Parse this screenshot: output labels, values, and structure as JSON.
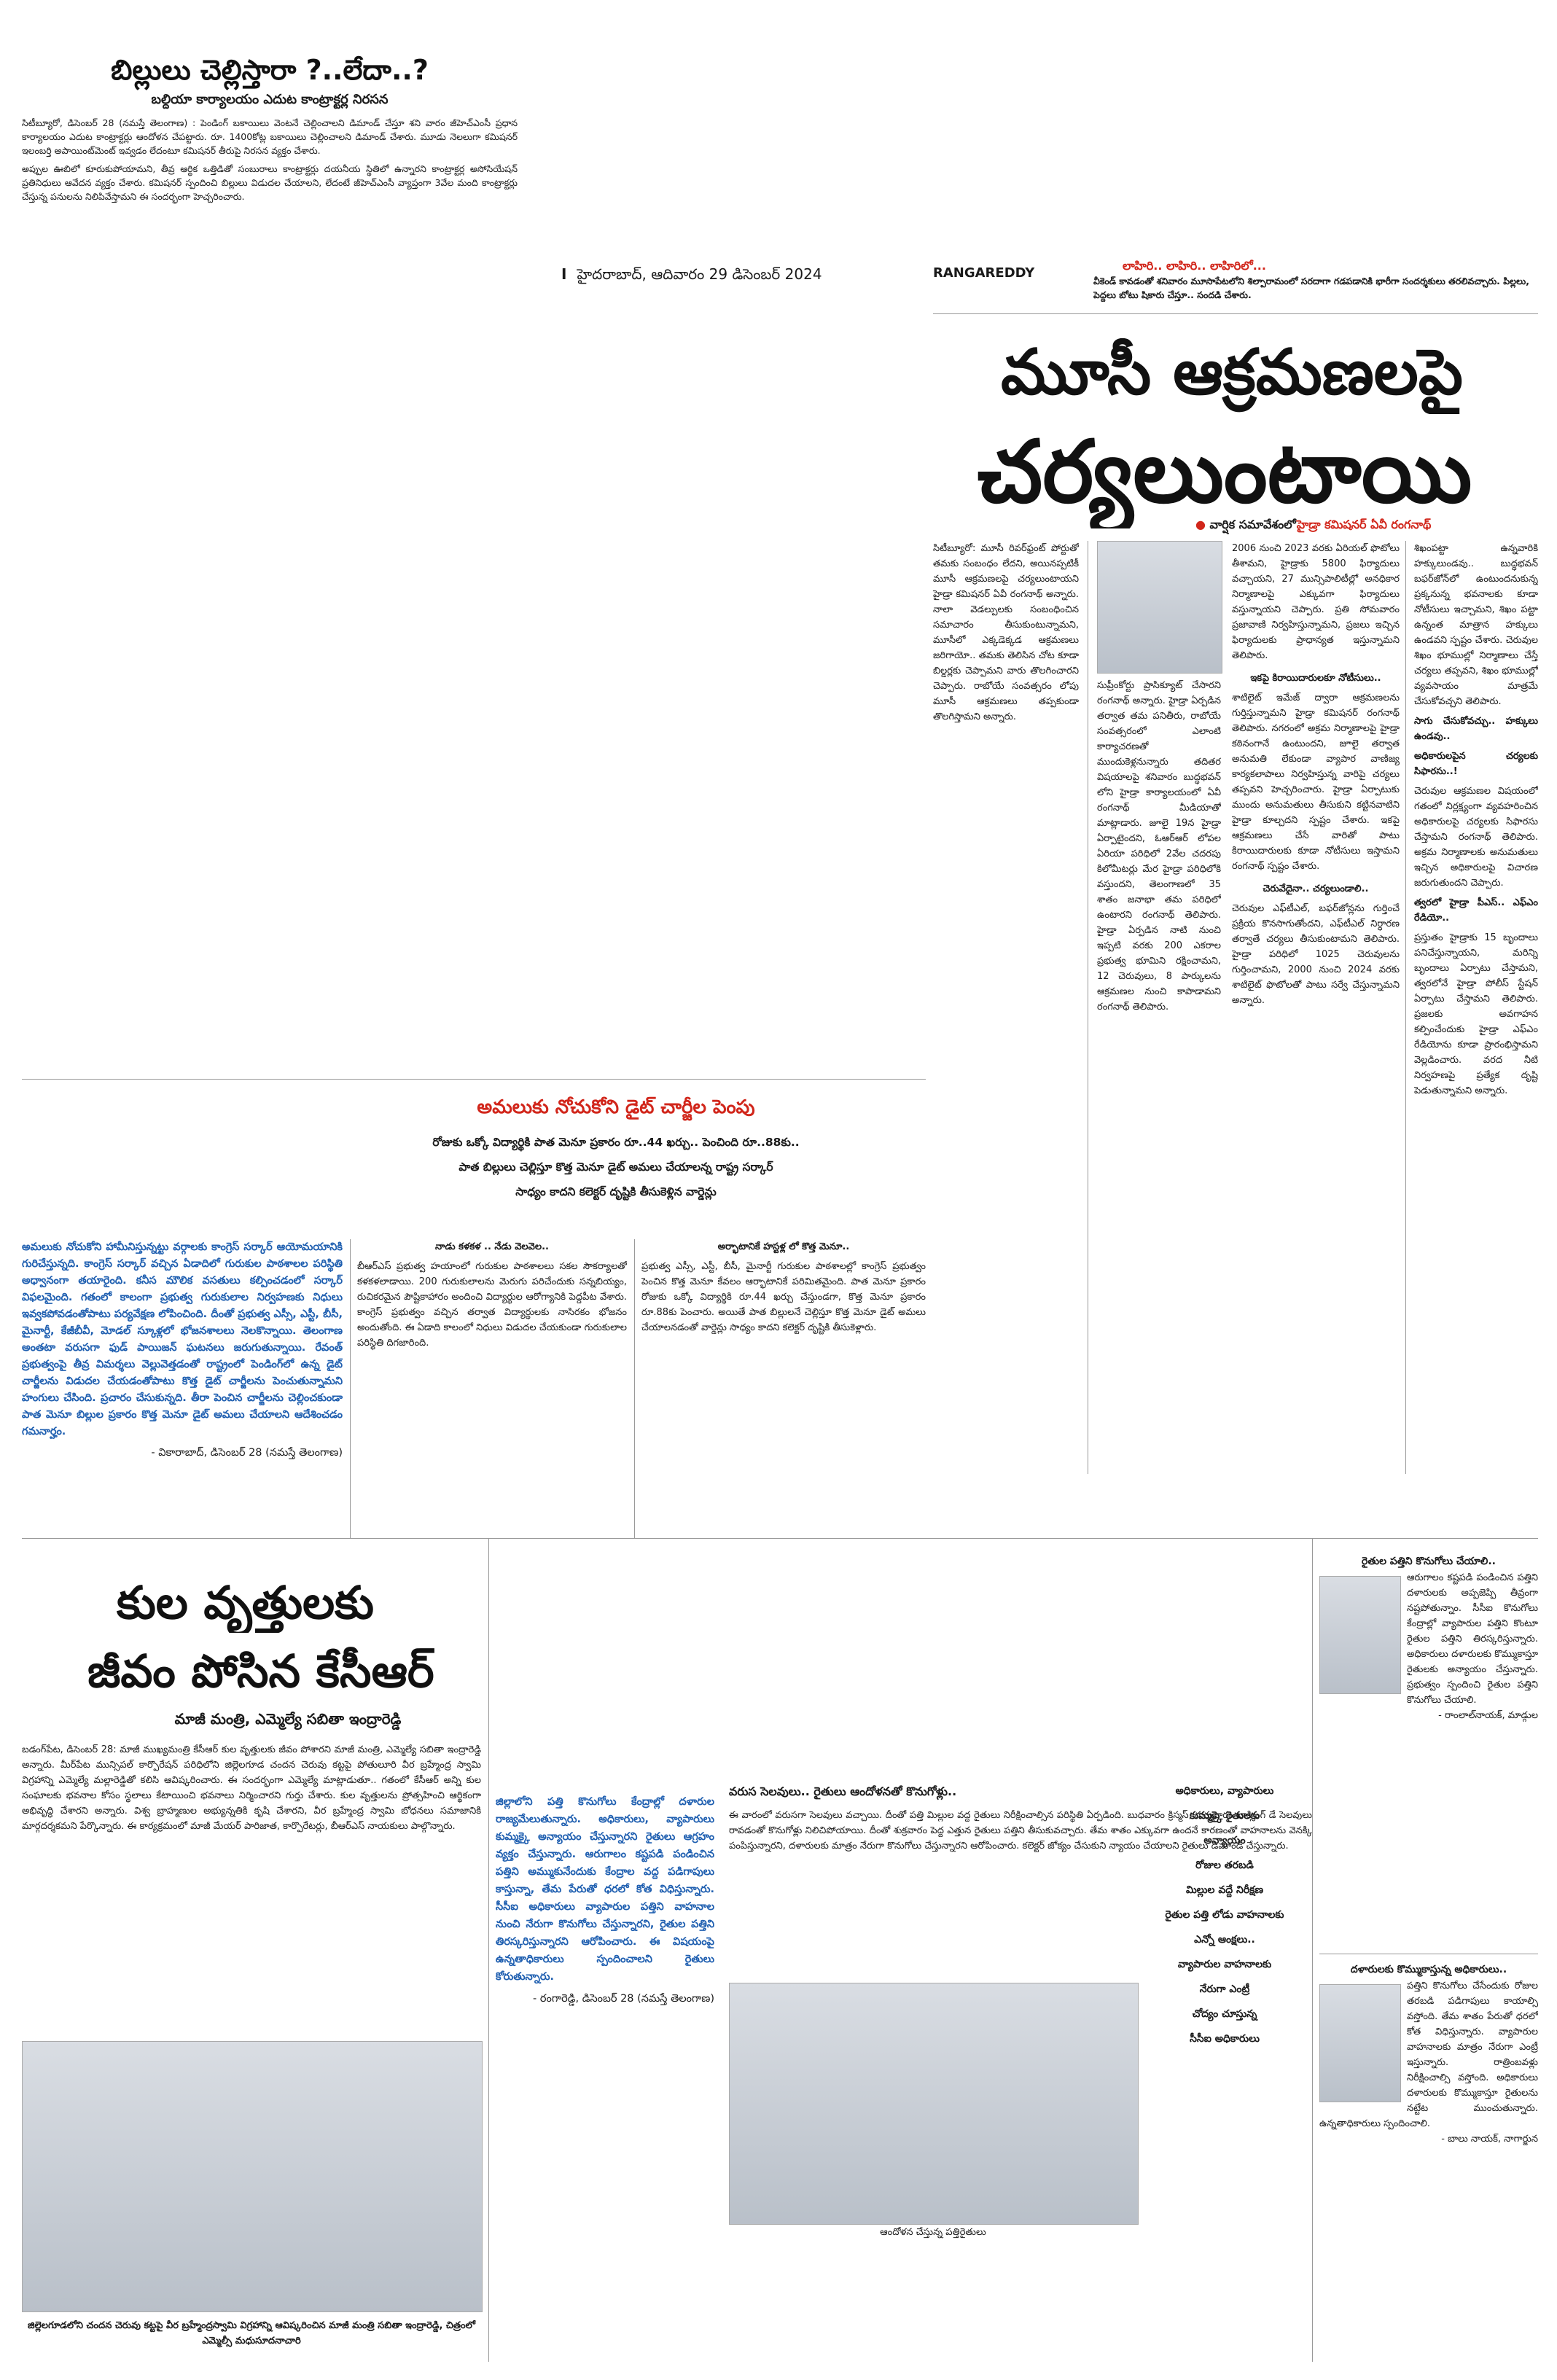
{
  "masthead": {
    "issue_line": "హైదరాబాద్, ఆదివారం 29 డిసెంబర్ 2024",
    "district": "RANGAREDDY"
  },
  "bills_story": {
    "headline": "బిల్లులు చెల్లిస్తారా ?..లేదా..?",
    "subhead": "బల్దియా కార్యాలయం ఎదుట కాంట్రాక్టర్ల నిరసన",
    "body": [
      "సిటీబ్యూరో, డిసెంబర్ 28 (నమస్తే తెలంగాణ) : పెండింగ్ బకాయిలు వెంటనే చెల్లించాలని డిమాండ్ చేస్తూ శని వారం జీహెచ్ఎంసీ ప్రధాన కార్యాలయం ఎదుట కాంట్రాక్టర్లు ఆందోళన చేపట్టారు. రూ. 1400కోట్ల బకాయిలు చెల్లించాలని డిమాండ్ చేశారు. మూడు నెలలుగా కమిషనర్ ఇలంబర్తి అపాయింట్‌మెంట్ ఇవ్వడం లేదంటూ కమిషనర్ తీరుపై నిరసన వ్యక్తం చేశారు.",
      "అప్పుల ఊబిలో కూరుకుపోయామని, తీవ్ర ఆర్థిక ఒత్తిడితో సంబురాలు కాంట్రాక్టర్లు దయనీయ స్థితిలో ఉన్నారని కాంట్రాక్టర్ల అసోసియేషన్ ప్రతినిధులు ఆవేదన వ్యక్తం చేశారు. కమిషనర్ స్పందించి బిల్లులు విడుదల చేయాలని, లేదంటే జీహెచ్ఎంసీ వ్యాప్తంగా 3వేల మంది కాంట్రాక్టర్లు చేస్తున్న పనులను నిలిపివేస్తామని ఈ సందర్భంగా హెచ్చరించారు."
    ]
  },
  "promo": {
    "title": "లాహిరి.. లాహిరి.. లాహిరిలో...",
    "caption": "వీకెండ్ కావడంతో శనివారం మూసాపేటలోని శిల్పారామంలో సరదాగా గడపడానికి భారీగా సందర్శకులు తరలివచ్చారు. పిల్లలు, పెద్దలు బోటు షికారు చేస్తూ.. సందడి చేశారు."
  },
  "musi_story": {
    "headline_1": "మూసీ ఆక్రమణలపై",
    "headline_2": "చర్యలుంటాయి",
    "kicker_pre": "వార్షిక సమావేశంలో",
    "kicker_post": "హైడ్రా కమిషనర్ ఏవీ రంగనాథ్",
    "col1": "సిటీబ్యూరో: మూసీ రివర్‌ఫ్రంట్ పోర్టుతో తమకు సంబంధం లేదని, అయినప్పటికీ మూసీ ఆక్రమణలపై చర్యలుంటాయని హైడ్రా కమిషనర్ ఏవీ రంగనాథ్ అన్నారు. నాలా వెడల్పులకు సంబంధించిన సమాచారం తీసుకుంటున్నామని, మూసీలో ఎక్కడెక్కడ ఆక్రమణలు జరిగాయో.. తమకు తెలిసిన చోట కూడా బిల్డర్లకు చెప్పామని వారు తొలగించారని చెప్పారు. రాబోయే సంవత్సరం లోపు మూసీ ఆక్రమణలు తప్పకుండా తొలగిస్తామని అన్నారు.",
    "col2": "సుప్రీంకోర్టు ప్రాసిక్యూట్ చేసారని రంగనాథ్ అన్నారు. హైడ్రా ఏర్పడిన తర్వాత తమ పనితీరు, రాబోయే సంవత్సరంలో ఎలాంటి కార్యాచరణతో ముందుకెళ్లనున్నారు తదితర విషయాలపై శనివారం బుద్ధభవన్ లోని హైడ్రా కార్యాలయంలో ఏవీ రంగనాథ్ మీడియాతో మాట్లాడారు. జూలై 19న హైడ్రా ఏర్పాటైందని, ఓఆర్ఆర్ లోపల ఏరియా పరిధిలో 2వేల చదరపు కిలోమీటర్లు మేర హైడ్రా పరిధిలోకి వస్తుందని, తెలంగాణలో 35 శాతం జనాభా తమ పరిధిలో ఉంటారని రంగనాథ్ తెలిపారు. హైడ్రా ఏర్పడిన నాటి నుంచి ఇప్పటి వరకు 200 ఎకరాల ప్రభుత్వ భూమిని రక్షించామని, 12 చెరువులు, 8 పార్కులను ఆక్రమణల నుంచి కాపాడామని రంగనాథ్ తెలిపారు.",
    "col3": "2006 నుంచి 2023 వరకు ఏరియల్ ఫొటోలు తీశామని, హైడ్రాకు 5800 ఫిర్యాదులు వచ్చాయని, 27 మున్సిపాలిటీల్లో అనధికార నిర్మాణాలపై ఎక్కువగా ఫిర్యాదులు వస్తున్నాయని చెప్పారు. ప్రతి సోమవారం ప్రజావాణి నిర్వహిస్తున్నామని, ప్రజలు ఇచ్చిన ఫిర్యాదులకు ప్రాధాన్యత ఇస్తున్నామని తెలిపారు.",
    "subhead_a": "ఇకపై కిరాయిదారులకూ నోటీసులు..",
    "col3b": "శాటిలైట్ ఇమేజ్ ద్వారా ఆక్రమణలను గుర్తిస్తున్నామని హైడ్రా కమిషనర్ రంగనాథ్ తెలిపారు. నగరంలో అక్రమ నిర్మాణాలపై హైడ్రా కఠినంగానే ఉంటుందని, జూలై తర్వాత అనుమతి లేకుండా వ్యాపార వాణిజ్య కార్యకలాపాలు నిర్వహిస్తున్న వారిపై చర్యలు తప్పవని హెచ్చరించారు. హైడ్రా ఏర్పాటుకు ముందు అనుమతులు తీసుకుని కట్టినవాటిని హైడ్రా కూల్చదని స్పష్టం చేశారు. ఇకపై ఆక్రమణలు చేసే వారితో పాటు కిరాయిదారులకు కూడా నోటీసులు ఇస్తామని రంగనాథ్ స్పష్టం చేశారు.",
    "subhead_b": "చెరువేదైనా.. చర్యలుండాలి..",
    "col3c": "చెరువుల ఎఫ్‌టీఎల్, బఫర్‌జోన్లను గుర్తించే ప్రక్రియ కొనసాగుతోందని, ఎఫ్‌టీఎల్ నిర్ధారణ తర్వాతే చర్యలు తీసుకుంటామని తెలిపారు. హైడ్రా పరిధిలో 1025 చెరువులను గుర్తించామని, 2000 నుంచి 2024 వరకు శాటిలైట్ ఫొటోలతో పాటు సర్వే చేస్తున్నామని అన్నారు.",
    "col4": "శిఖంపట్టా ఉన్నవారికి హక్కులుండవు.. బుద్ధభవన్ బఫర్‌జోన్‌లో ఉంటుందనుకున్న ప్రక్కనున్న భవనాలకు కూడా నోటీసులు ఇచ్చామని, శిఖం పట్టా ఉన్నంత మాత్రాన హక్కులు ఉండవని స్పష్టం చేశారు. చెరువుల శిఖం భూముల్లో నిర్మాణాలు చేస్తే చర్యలు తప్పవని, శిఖం భూముల్లో వ్యవసాయం మాత్రమే చేసుకోవచ్చని తెలిపారు.",
    "col4b": "సాగు చేసుకోవచ్చు.. హక్కులు ఉండవు..",
    "col4c": "అధికారులపైన చర్యలకు సిఫారసు..!",
    "col4d": "చెరువుల ఆక్రమణల విషయంలో గతంలో నిర్లక్ష్యంగా వ్యవహరించిన అధికారులపై చర్యలకు సిఫారసు చేస్తామని రంగనాథ్ తెలిపారు. అక్రమ నిర్మాణాలకు అనుమతులు ఇచ్చిన అధికారులపై విచారణ జరుగుతుందని చెప్పారు.",
    "subhead_c": "త్వరలో హైడ్రా పీఎస్.. ఎఫ్ఎం రేడియో..",
    "col4e": "ప్రస్తుతం హైడ్రాకు 15 బృందాలు పనిచేస్తున్నాయని, మరిన్ని బృందాలు ఏర్పాటు చేస్తామని, త్వరలోనే హైడ్రా పోలీస్ స్టేషన్ ఏర్పాటు చేస్తామని తెలిపారు. ప్రజలకు అవగాహన కల్పించేందుకు హైడ్రా ఎఫ్ఎం రేడియోను కూడా ప్రారంభిస్తామని వెల్లడించారు. వరద నీటి నిర్వహణపై ప్రత్యేక దృష్టి పెడుతున్నామని అన్నారు."
  },
  "diet_story": {
    "headline": "అమలుకు నోచుకోని డైట్ చార్జీల పెంపు",
    "deck_1": "రోజుకు ఒక్కో విద్యార్థికి పాత మెనూ ప్రకారం రూ..44 ఖర్చు.. పెంచింది రూ..88కు..",
    "deck_2": "పాత బిల్లులు చెల్లిస్తూ కొత్త మెనూ డైట్ అమలు చేయాలన్న రాష్ట్ర సర్కార్",
    "deck_3": "సాధ్యం కాదని కలెక్టర్ దృష్టికి తీసుకెళ్లిన వార్డెన్లు",
    "boxed_intro": "అమలుకు నోచుకోని హామీనిస్తున్నట్టు వర్గాలకు కాంగ్రెస్ సర్కార్ ఆయోమయానికి గురిచేస్తున్నది. కాంగ్రెస్ సర్కార్ వచ్చిన ఏడాదిలో గురుకుల పాఠశాలల పరిస్థితి అధ్వానంగా తయారైంది. కనీస మౌలిక వసతులు కల్పించడంలో సర్కార్ విఫలమైంది. గతంలో కాలంగా ప్రభుత్వ గురుకులాల నిర్వహణకు నిధులు ఇవ్వకపోవడంతోపాటు పర్యవేక్షణ లోపించింది. దీంతో ప్రభుత్వ ఎస్సీ, ఎస్టీ, బీసీ, మైనార్టీ, కేజీబీవీ, మోడల్ స్కూళ్లలో భోజనశాలలు నెలకొన్నాయి. తెలంగాణ అంతటా వరుసగా ఫుడ్ పాయిజన్ ఘటనలు జరుగుతున్నాయి. రేవంత్ ప్రభుత్వంపై తీవ్ర విమర్శలు వెల్లువెత్తడంతో రాష్ట్రంలో పెండింగ్‌లో ఉన్న డైట్ చార్జీలను విడుదల చేయడంతోపాటు కొత్త డైట్ చార్జీలను పెంచుతున్నామని హంగులు చేసింది. ప్రచారం చేసుకున్నది. తీరా పెంచిన చార్జీలను చెల్లించకుండా పాత మెనూ బిల్లుల ప్రకారం కొత్త మెనూ డైట్ అమలు చేయాలని ఆదేశించడం గమనార్హం.",
    "boxed_dateline": "- వికారాబాద్, డిసెంబర్ 28 (నమస్తే తెలంగాణ)",
    "sub_1": "నాడు కళకళ .. నేడు వెలవెల..",
    "col_a": "బీఆర్ఎస్ ప్రభుత్వ హయాంలో గురుకుల పాఠశాలలు సకల సౌకర్యాలతో కళకళలాడాయి. 200 గురుకులాలను మెరుగు పరిచేందుకు సన్నబియ్యం, రుచికరమైన పౌష్టికాహారం అందించి విద్యార్థుల ఆరోగ్యానికి పెద్దపీట వేశారు. కాంగ్రెస్ ప్రభుత్వం వచ్చిన తర్వాత విద్యార్థులకు నాసిరకం భోజనం అందుతోంది. ఈ ఏడాది కాలంలో నిధులు విడుదల చేయకుండా గురుకులాల పరిస్థితి దిగజారింది.",
    "sub_2": "అర్భాటానికే హస్టళ్ల లో కొత్త మెనూ..",
    "col_b": "ప్రభుత్వ ఎస్సీ, ఎస్టీ, బీసీ, మైనార్టీ గురుకుల పాఠశాలల్లో కాంగ్రెస్ ప్రభుత్వం పెంచిన కొత్త మెనూ కేవలం ఆర్భాటానికే పరిమితమైంది. పాత మెనూ ప్రకారం రోజుకు ఒక్కో విద్యార్థికి రూ.44 ఖర్చు చేస్తుండగా, కొత్త మెనూ ప్రకారం రూ.88కు పెంచారు. అయితే పాత బిల్లులనే చెల్లిస్తూ కొత్త మెనూ డైట్ అమలు చేయాలనడంతో వార్డెన్లు సాధ్యం కాదని కలెక్టర్ దృష్టికి తీసుకెళ్లారు."
  },
  "sabitha_story": {
    "headline_1": "కుల వృత్తులకు",
    "headline_2": "జీవం పోసిన కేసీఆర్",
    "byline": "మాజీ మంత్రి, ఎమ్మెల్యే సబితా ఇంద్రారెడ్డి",
    "body": "బడంగ్‌పేట, డిసెంబర్ 28: మాజీ ముఖ్యమంత్రి కేసీఆర్ కుల వృత్తులకు జీవం పోశారని మాజీ మంత్రి, ఎమ్మెల్యే సబితా ఇంద్రారెడ్డి అన్నారు. మీర్‌పేట మున్సిపల్ కార్పొరేషన్ పరిధిలోని జిల్లెలగూడ చందన చెరువు కట్టపై పోతులూరి వీర బ్రహ్మేంద్ర స్వామి విగ్రహాన్ని ఎమ్మెల్యే మల్లారెడ్డితో కలిసి ఆవిష్కరించారు. ఈ సందర్భంగా ఎమ్మెల్యే మాట్లాడుతూ.. గతంలో కేసీఆర్ అన్ని కుల సంఘాలకు భవనాల కోసం స్థలాలు కేటాయించి భవనాలు నిర్మించారని గుర్తు చేశారు. కుల వృత్తులను ప్రోత్సహించి ఆర్థికంగా అభివృద్ధి చేశారని అన్నారు. విశ్వ బ్రాహ్మణుల అభ్యున్నతికి కృషి చేశారని, వీర బ్రహ్మేంద్ర స్వామి బోధనలు సమాజానికి మార్గదర్శకమని పేర్కొన్నారు. ఈ కార్యక్రమంలో మాజీ మేయర్ పారిజాత, కార్పొరేటర్లు, బీఆర్ఎస్ నాయకులు పాల్గొన్నారు.",
    "photo_caption": "జిల్లెలగూడలోని చందన చెరువు కట్టపై వీర బ్రహ్మేంద్రస్వామి విగ్రహాన్ని ఆవిష్కరించిన మాజీ మంత్రి సబితా ఇంద్రారెడ్డి, చిత్రంలో ఎమ్మెల్సీ మధుసూదనాచారి"
  },
  "cotton_story": {
    "boxed_intro": "జిల్లాలోని పత్తి కొనుగోలు కేంద్రాల్లో దళారుల రాజ్యమేలుతున్నారు. అధికారులు, వ్యాపారులు కుమ్మక్కై అన్యాయం చేస్తున్నారని రైతులు ఆగ్రహం వ్యక్తం చేస్తున్నారు. ఆరుగాలం కష్టపడి పండించిన పత్తిని అమ్ముకునేందుకు కేంద్రాల వద్ద పడిగాపులు కాస్తున్నా, తేమ పేరుతో ధరలో కోత విధిస్తున్నారు. సీసీఐ అధికారులు వ్యాపారుల పత్తిని వాహనాల నుంచి నేరుగా కొనుగోలు చేస్తున్నారని, రైతుల పత్తిని తిరస్కరిస్తున్నారని ఆరోపించారు. ఈ విషయంపై ఉన్నతాధికారులు స్పందించాలని రైతులు కోరుతున్నారు.",
    "boxed_dateline": "- రంగారెడ్డి, డిసెంబర్ 28 (నమస్తే తెలంగాణ)",
    "headline": "వరుస సెలవులు.. రైతులు ఆందోళనతో కొనుగోళ్లు..",
    "body": "ఈ వారంలో వరుసగా సెలవులు వచ్చాయి. దీంతో పత్తి మిల్లుల వద్ద రైతులు నిరీక్షించాల్సిన పరిస్థితి ఏర్పడింది. బుధవారం క్రిస్మస్, గురువారం బాక్సింగ్ డే సెలవులు రావడంతో కొనుగోళ్లు నిలిచిపోయాయి. దీంతో శుక్రవారం పెద్ద ఎత్తున రైతులు పత్తిని తీసుకువచ్చారు. తేమ శాతం ఎక్కువగా ఉందనే కారణంతో వాహనాలను వెనక్కి పంపిస్తున్నారని, దళారులకు మాత్రం నేరుగా కొనుగోలు చేస్తున్నారని ఆరోపించారు. కలెక్టర్ జోక్యం చేసుకుని న్యాయం చేయాలని రైతులు డిమాండ్ చేస్తున్నారు.",
    "photo_caption": "ఆందోళన చేస్తున్న పత్తిరైతులు",
    "callout_lines": [
      "అధికారులు, వ్యాపారులు",
      "కుమ్మక్కై రైతులకు",
      "అన్యాయం",
      "రోజుల తరబడి",
      "మిల్లుల వద్దే నిరీక్షణ",
      "రైతుల పత్తి లోడు వాహనాలకు",
      "ఎన్నో ఆంక్షలు..",
      "వ్యాపారుల వాహనాలకు",
      "నేరుగా ఎంట్రీ",
      "చోద్యం చూస్తున్న",
      "సీసీఐ అధికారులు"
    ]
  },
  "right_quotes": {
    "title_1": "రైతుల పత్తిని కొనుగోలు చేయాలి..",
    "quote_1": "ఆరుగాలం కష్టపడి పండించిన పత్తిని దళారులకు అప్పజెప్పి తీవ్రంగా నష్టపోతున్నాం. సీసీఐ కొనుగోలు కేంద్రాల్లో వ్యాపారుల పత్తిని కొంటూ రైతుల పత్తిని తిరస్కరిస్తున్నారు. అధికారులు దళారులకు కొమ్ముకాస్తూ రైతులకు అన్యాయం చేస్తున్నారు. ప్రభుత్వం స్పందించి రైతుల పత్తిని కొనుగోలు చేయాలి.",
    "attrib_1": "- రాంలాల్‌నాయక్, మాడ్గుల",
    "title_2": "దళారులకు కొమ్ముకాస్తున్న అధికారులు..",
    "quote_2": "పత్తిని కొనుగోలు చేసేందుకు రోజుల తరబడి పడిగాపులు కాయాల్సి వస్తోంది. తేమ శాతం పేరుతో ధరలో కోత విధిస్తున్నారు. వ్యాపారుల వాహనాలకు మాత్రం నేరుగా ఎంట్రీ ఇస్తున్నారు. రాత్రింబవళ్లు నిరీక్షించాల్సి వస్తోంది. అధికారులు దళారులకు కొమ్ముకాస్తూ రైతులను నట్టేట ముంచుతున్నారు. ఉన్నతాధికారులు స్పందించాలి.",
    "attrib_2": "- బాలు నాయక్, నాగార్జున"
  }
}
